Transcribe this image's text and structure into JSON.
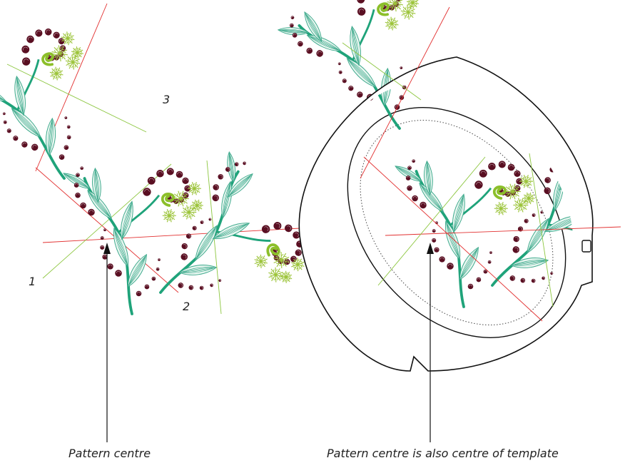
{
  "labels": {
    "caption_left": "Pattern centre",
    "caption_right": "Pattern centre is also centre of template",
    "num_1": "1",
    "num_2": "2",
    "num_3": "3"
  },
  "colors": {
    "stem": "#1fa37a",
    "leaf": "#3aa88a",
    "bead": "#5a0f22",
    "fern": "#9cc43a",
    "swirl": "#8cbf2a",
    "guide_red": "#e23030",
    "guide_green": "#8cc63f",
    "hoop": "#111111"
  },
  "icons": {
    "motif": "embroidery-motif-icon",
    "hoop": "hoop-icon",
    "arrow": "arrow-up-icon"
  }
}
